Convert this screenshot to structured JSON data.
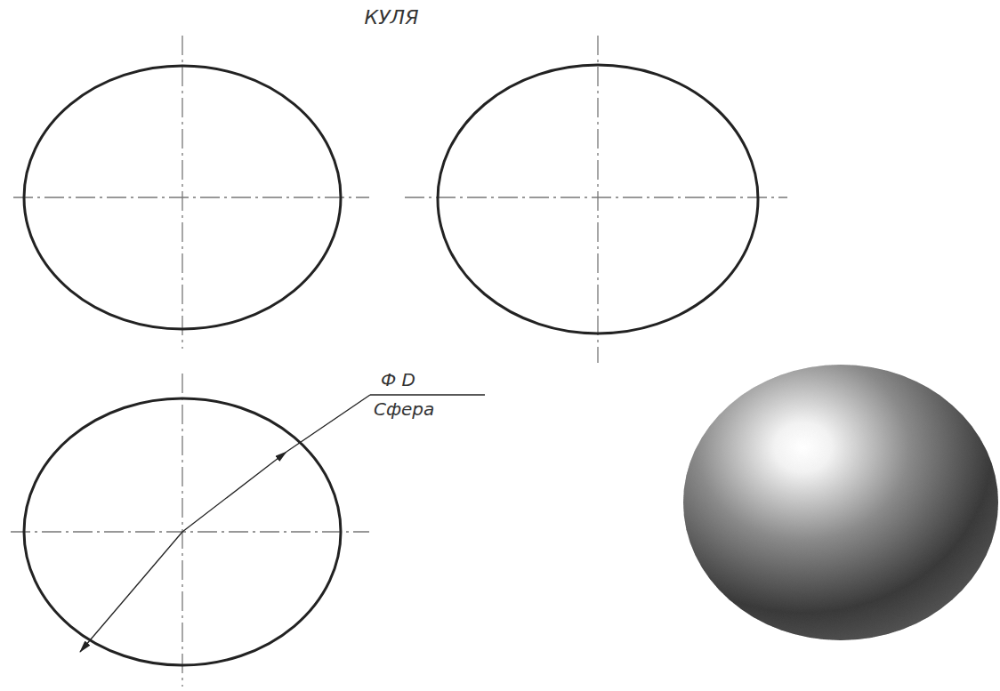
{
  "diagram": {
    "title": "КУЛЯ",
    "labels": [
      "Ф D",
      "Сфера"
    ]
  }
}
